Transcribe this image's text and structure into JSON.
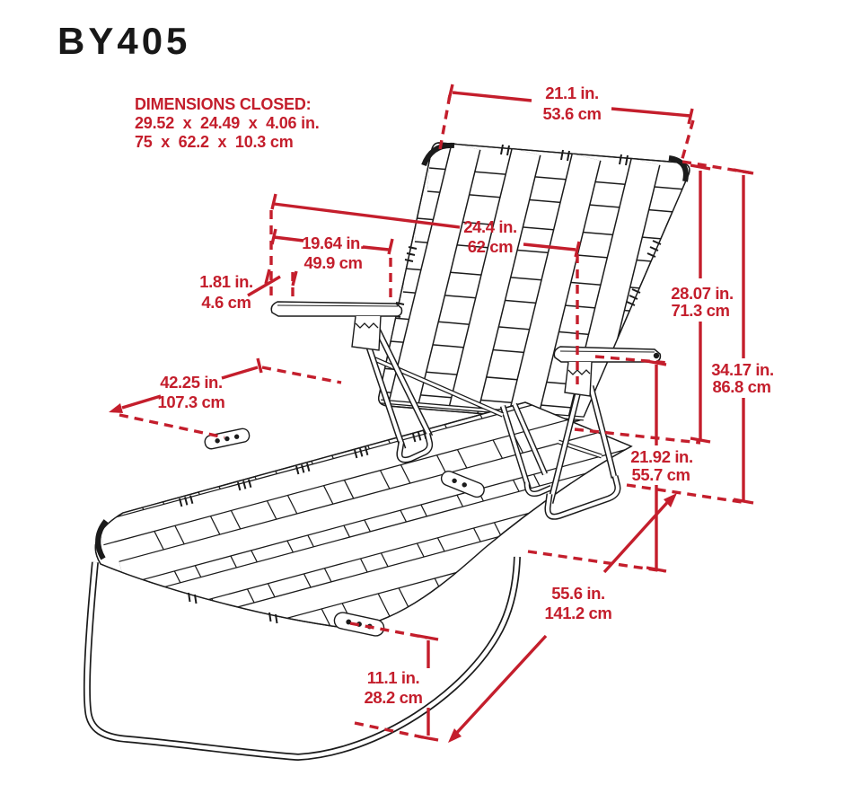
{
  "title": "BY405",
  "accent_color": "#C41E2C",
  "drawing": {
    "subject": "folding-webbed-chaise-lounge-line-drawing"
  },
  "closed": {
    "heading": "DIMENSIONS CLOSED:",
    "line_in": "29.52  x  24.49  x  4.06 in.",
    "line_cm": "75  x  62.2  x  10.3 cm"
  },
  "dims": {
    "top_width": {
      "in": "21.1 in.",
      "cm": "53.6 cm"
    },
    "back_width": {
      "in": "24.4 in.",
      "cm": "62 cm"
    },
    "armrest_span": {
      "in": "19.64 in.",
      "cm": "49.9 cm"
    },
    "armrest_width": {
      "in": "1.81 in.",
      "cm": "4.6 cm"
    },
    "seat_length": {
      "in": "42.25 in.",
      "cm": "107.3 cm"
    },
    "backrest_height": {
      "in": "28.07 in.",
      "cm": "71.3 cm"
    },
    "total_height": {
      "in": "34.17 in.",
      "cm": "86.8 cm"
    },
    "armrest_height": {
      "in": "21.92 in.",
      "cm": "55.7 cm"
    },
    "total_length": {
      "in": "55.6 in.",
      "cm": "141.2 cm"
    },
    "seat_height": {
      "in": "11.1 in.",
      "cm": "28.2 cm"
    }
  }
}
